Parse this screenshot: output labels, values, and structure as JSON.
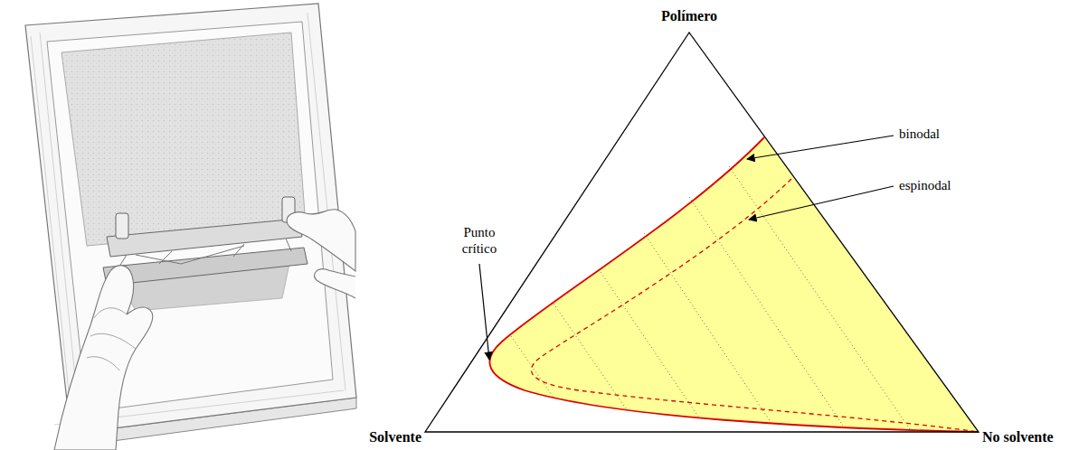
{
  "diagram": {
    "labels": [
      "Polímero",
      "Punto crítico",
      "binodal",
      "espinodal",
      "Solvente",
      "No solvente"
    ]
  }
}
